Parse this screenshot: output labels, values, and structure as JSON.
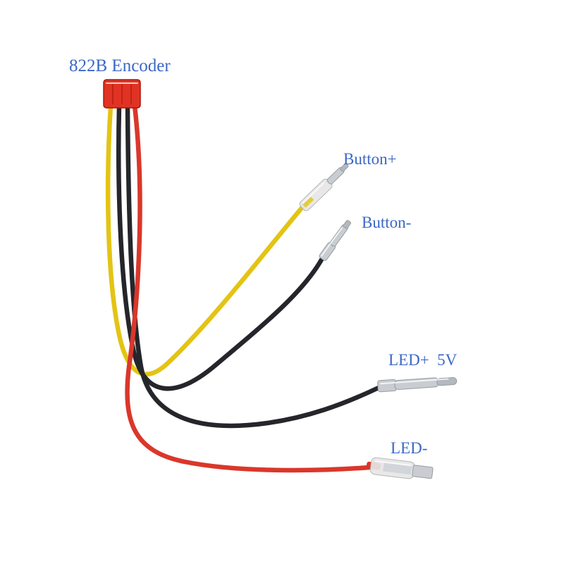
{
  "diagram": {
    "title": "822B Encoder",
    "annotations": {
      "button_plus": "Button+",
      "button_minus": "Button-",
      "led_plus": "LED+  5V",
      "led_minus": "LED-"
    },
    "wires": [
      {
        "name": "yellow-wire",
        "color_key": "wire_yellow",
        "connects_to": "Button+"
      },
      {
        "name": "black-wire-button-minus",
        "color_key": "wire_black",
        "connects_to": "Button-"
      },
      {
        "name": "black-wire-led-plus",
        "color_key": "wire_black",
        "connects_to": "LED+ 5V"
      },
      {
        "name": "red-wire",
        "color_key": "wire_red",
        "connects_to": "LED-"
      }
    ],
    "colors": {
      "background": "#ffffff",
      "label_text": "#3b67c6",
      "connector_red": "#e03323",
      "connector_red_dark": "#a8170d",
      "wire_yellow": "#e3c414",
      "wire_black": "#25262b",
      "wire_red": "#da372b",
      "terminal_metal": "#c9cdd2",
      "terminal_metal_dark": "#969ca2",
      "terminal_sleeve": "#e6e6e6"
    }
  }
}
